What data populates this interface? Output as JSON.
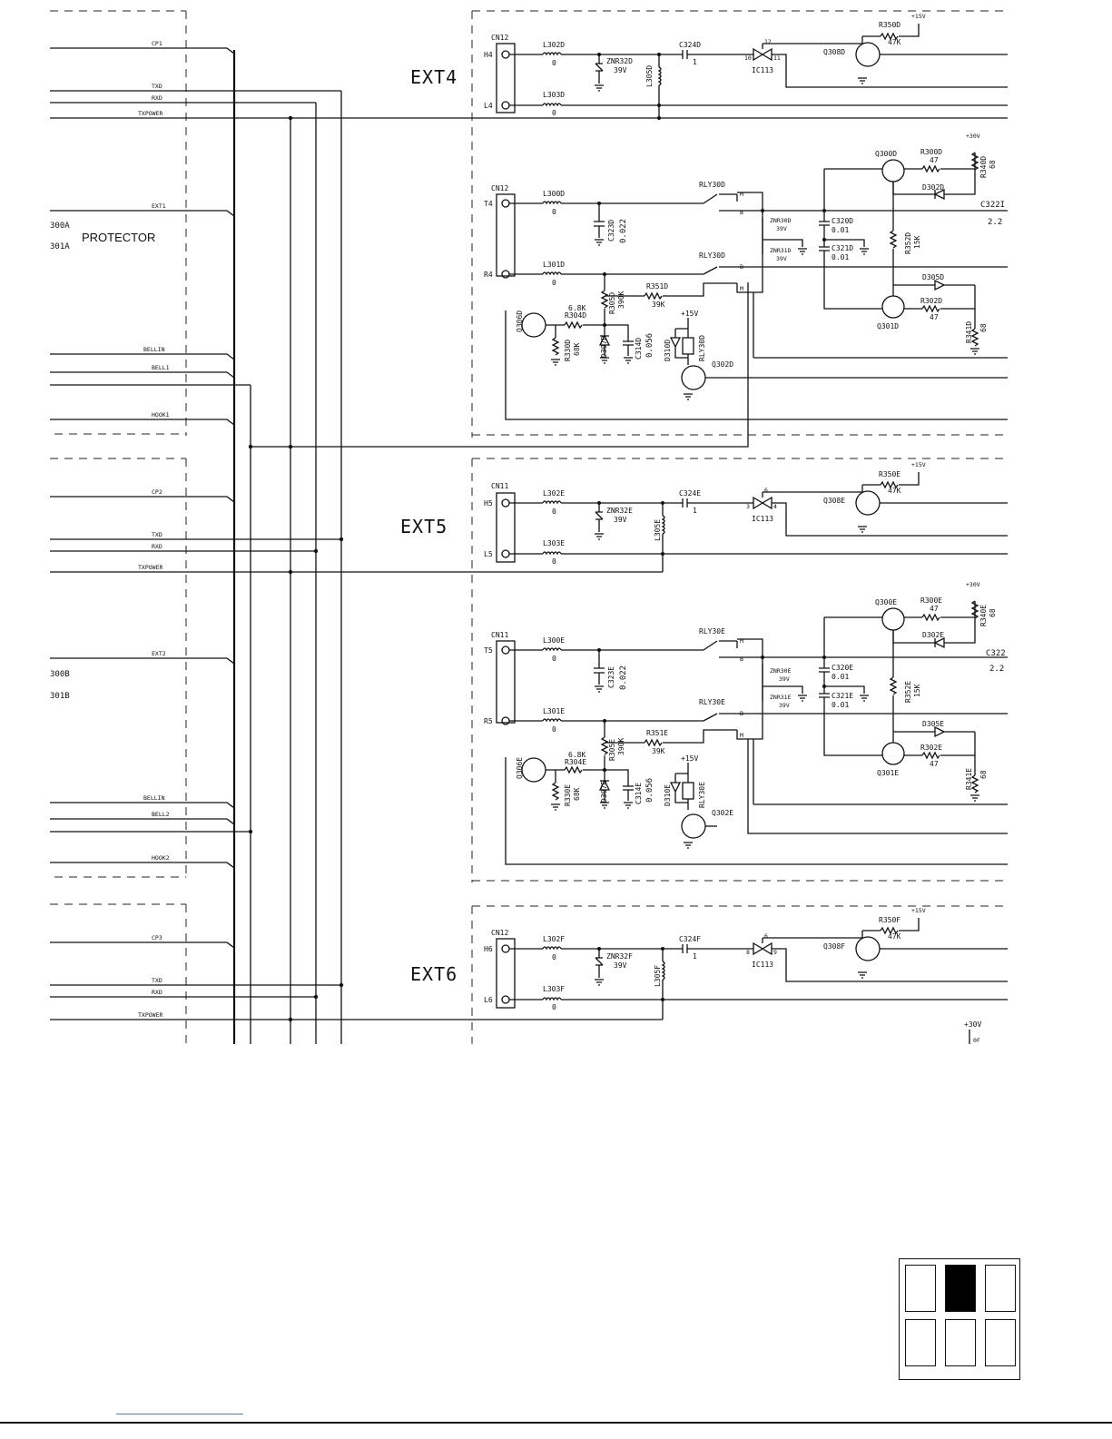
{
  "sections": {
    "ext4": "EXT4",
    "ext5": "EXT5",
    "ext6": "EXT6",
    "protector": "PROTECTOR"
  },
  "left_refs": {
    "r300a": "300A",
    "r301a": "301A",
    "r300b": "300B",
    "r301b": "301B"
  },
  "buses": {
    "cp1": "CP1",
    "cp2": "CP2",
    "cp3": "CP3",
    "txd": "TXD",
    "rxd": "RXD",
    "txpower": "TXPOWER",
    "ext1": "EXT1",
    "ext2": "EXT2",
    "bellin": "BELLIN",
    "bell1": "BELL1",
    "bell2": "BELL2",
    "hook1": "HOOK1",
    "hook2": "HOOK2"
  },
  "ext4": {
    "cn": "CN12",
    "h": "H4",
    "l": "L4",
    "l302": "L302D",
    "l302v": "0",
    "l303": "L303D",
    "l303v": "0",
    "znr32": "ZNR32D",
    "znr32v": "39V",
    "l305": "L305D",
    "c324": "C324D",
    "c324v": "1",
    "ic": "IC113",
    "p1": "12",
    "p2": "11",
    "p3": "10",
    "r350": "R350D",
    "r350v": "47K",
    "v15": "+15V",
    "q308": "Q308D"
  },
  "ext4_line": {
    "cn": "CN12",
    "t": "T4",
    "r": "R4",
    "l300": "L300D",
    "l300v": "0",
    "l301": "L301D",
    "l301v": "0",
    "c323": "C323D",
    "c323v": "0.022",
    "rly": "RLY30D",
    "m": "M",
    "b": "B",
    "znr30": "ZNR30D",
    "znr31": "ZNR31D",
    "v39": "39V",
    "c320": "C320D",
    "c320v": "0.01",
    "c321": "C321D",
    "c321v": "0.01",
    "r352": "R352D",
    "r352v": "15K",
    "q300": "Q300D",
    "q301": "Q301D",
    "r300": "R300D",
    "r300v": "47",
    "r302": "R302D",
    "r302v": "47",
    "d302": "D302D",
    "d305": "D305D",
    "r340": "R340D",
    "r340v": "68",
    "r341": "R341D",
    "r341v": "68",
    "v30": "+30V",
    "c322": "C322I",
    "c322v": "2.2",
    "r351": "R351D",
    "r351v": "39K",
    "r305": "R305D",
    "r305v": "390K",
    "r304": "R304D",
    "r304v": "6.8K",
    "r330": "R330D",
    "r330v": "68K",
    "d307": "D307D",
    "c314": "C314D",
    "c314v": "0.056",
    "d310": "D310D",
    "q306": "Q306D",
    "q302": "Q302D",
    "v15": "+15V"
  },
  "ext5": {
    "cn": "CN11",
    "h": "H5",
    "l": "L5",
    "l302": "L302E",
    "l302v": "0",
    "l303": "L303E",
    "l303v": "0",
    "znr32": "ZNR32E",
    "znr32v": "39V",
    "l305": "L305E",
    "c324": "C324E",
    "c324v": "1",
    "ic": "IC113",
    "p1": "6",
    "p2": "4",
    "p3": "3",
    "r350": "R350E",
    "r350v": "47K",
    "v15": "+15V",
    "q308": "Q308E"
  },
  "ext5_line": {
    "cn": "CN11",
    "t": "T5",
    "r": "R5",
    "l300": "L300E",
    "l300v": "0",
    "l301": "L301E",
    "l301v": "0",
    "c323": "C323E",
    "c323v": "0.022",
    "rly": "RLY30E",
    "m": "M",
    "b": "B",
    "znr30": "ZNR30E",
    "znr31": "ZNR31E",
    "v39": "39V",
    "c320": "C320E",
    "c320v": "0.01",
    "c321": "C321E",
    "c321v": "0.01",
    "r352": "R352E",
    "r352v": "15K",
    "q300": "Q300E",
    "q301": "Q301E",
    "r300": "R300E",
    "r300v": "47",
    "r302": "R302E",
    "r302v": "47",
    "d302": "D302E",
    "d305": "D305E",
    "r340": "R340E",
    "r340v": "68",
    "r341": "R341E",
    "r341v": "68",
    "v30": "+30V",
    "c322": "C322",
    "c322v": "2.2",
    "r351": "R351E",
    "r351v": "39K",
    "r305": "R305E",
    "r305v": "390K",
    "r304": "R304E",
    "r304v": "6.8K",
    "r330": "R330E",
    "r330v": "68K",
    "d307": "D307E",
    "c314": "C314E",
    "c314v": "0.056",
    "d310": "D310E",
    "q306": "Q306E",
    "q302": "Q302E",
    "v15": "+15V"
  },
  "ext6": {
    "cn": "CN12",
    "h": "H6",
    "l": "L6",
    "l302": "L302F",
    "l302v": "0",
    "l303": "L303F",
    "l303v": "0",
    "znr32": "ZNR32F",
    "znr32v": "39V",
    "l305": "L305F",
    "c324": "C324F",
    "c324v": "1",
    "ic": "IC113",
    "p1": "6",
    "p2": "9",
    "p3": "8",
    "r350": "R350F",
    "r350v": "47K",
    "v15": "+15V",
    "q308": "Q308F"
  },
  "ext6_extra": {
    "v30": "+30V",
    "cut": "0F"
  },
  "key_map": {
    "rows": 2,
    "cols": 3,
    "active_index": 1
  }
}
